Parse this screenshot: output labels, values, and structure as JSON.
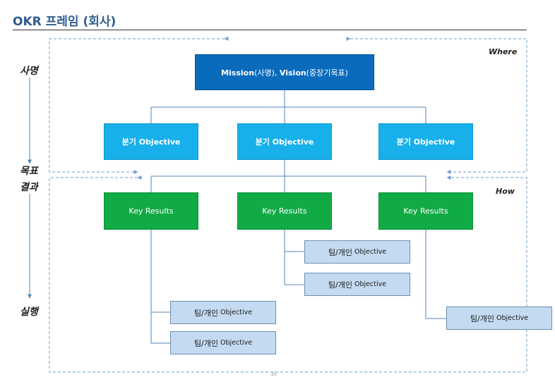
{
  "title": "OKR 프레임 (회사)",
  "mission": {
    "name1": "Mission",
    "paren1": "(사명), ",
    "name2": "Vision",
    "paren2": "(중장기목표)"
  },
  "objectives": [
    {
      "label": "분기 Objective"
    },
    {
      "label": "분기 Objective"
    },
    {
      "label": "분기 Objective"
    }
  ],
  "key_results": [
    {
      "label": "Key Results"
    },
    {
      "label": "Key Results"
    },
    {
      "label": "Key Results"
    }
  ],
  "team_objectives": [
    {
      "prefix": "팀/개인",
      "suffix": "Objective"
    },
    {
      "prefix": "팀/개인",
      "suffix": "Objective"
    },
    {
      "prefix": "팀/개인",
      "suffix": "Objective"
    },
    {
      "prefix": "팀/개인",
      "suffix": "Objective"
    },
    {
      "prefix": "팀/개인",
      "suffix": "Objective"
    }
  ],
  "left_labels": {
    "mission": "사명",
    "objective": "목표",
    "result": "결과",
    "execution": "실행"
  },
  "corner_labels": {
    "where": "Where",
    "how": "How"
  },
  "page_number": "20",
  "colors": {
    "mission": "#0a6bbd",
    "objective": "#18b0ea",
    "key_result": "#11ab45",
    "team_objective": "#c3daf1",
    "connector": "#4f86b8",
    "dashed": "#6d9ccb"
  }
}
